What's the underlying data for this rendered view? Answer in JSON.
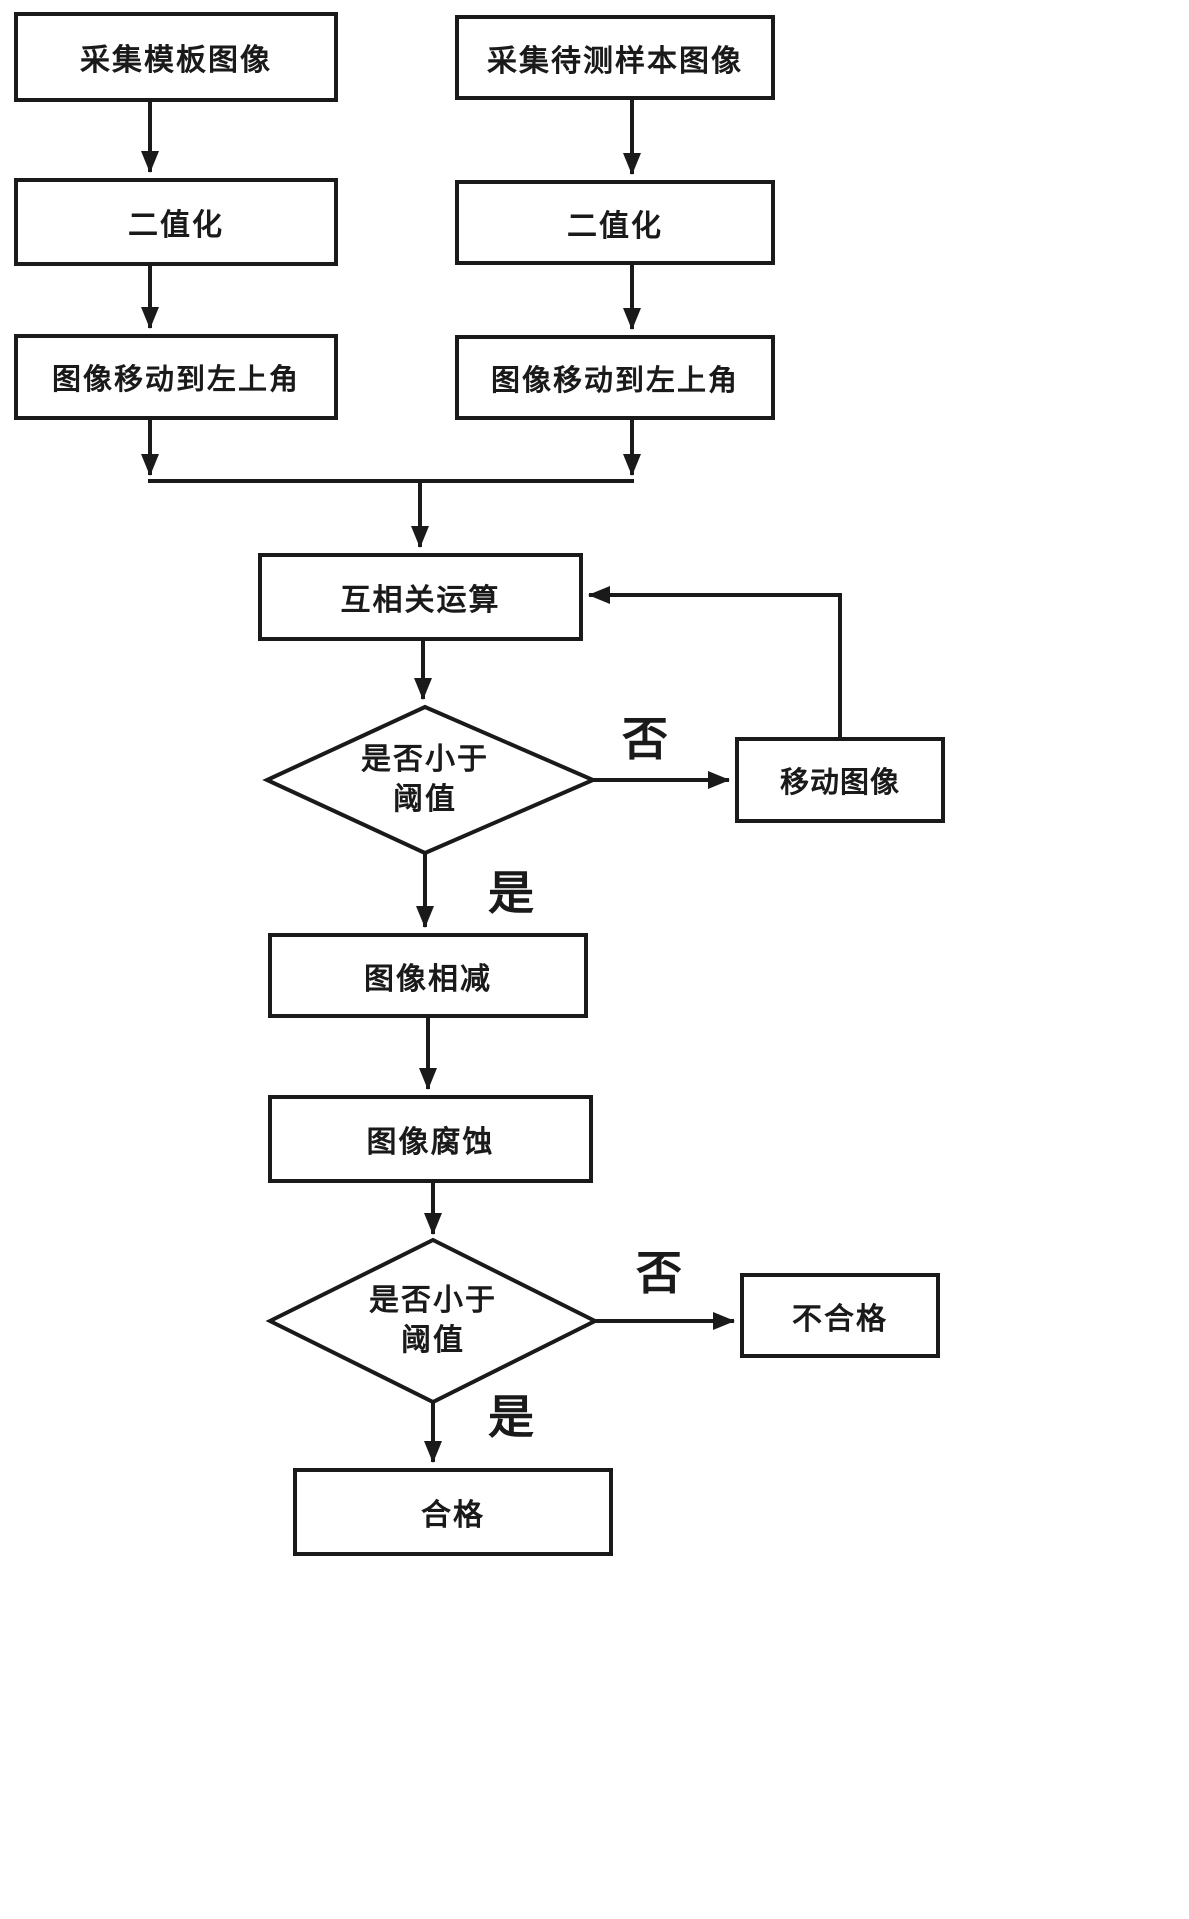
{
  "diagram": {
    "type": "flowchart",
    "language": "zh-CN",
    "nodes": {
      "collect_template": "采集模板图像",
      "collect_sample": "采集待测样本图像",
      "binarize_left": "二值化",
      "binarize_right": "二值化",
      "move_to_topleft_left": "图像移动到左上角",
      "move_to_topleft_right": "图像移动到左上角",
      "cross_correlation": "互相关运算",
      "threshold_decision_1_line1": "是否小于",
      "threshold_decision_1_line2": "阈值",
      "move_image": "移动图像",
      "image_subtraction": "图像相减",
      "image_erosion": "图像腐蚀",
      "threshold_decision_2_line1": "是否小于",
      "threshold_decision_2_line2": "阈值",
      "fail": "不合格",
      "pass": "合格"
    },
    "edge_labels": {
      "decision1_no": "否",
      "decision1_yes": "是",
      "decision2_no": "否",
      "decision2_yes": "是"
    },
    "colors": {
      "line": "#1a1a1a",
      "background": "#ffffff",
      "text": "#1a1a1a"
    }
  }
}
